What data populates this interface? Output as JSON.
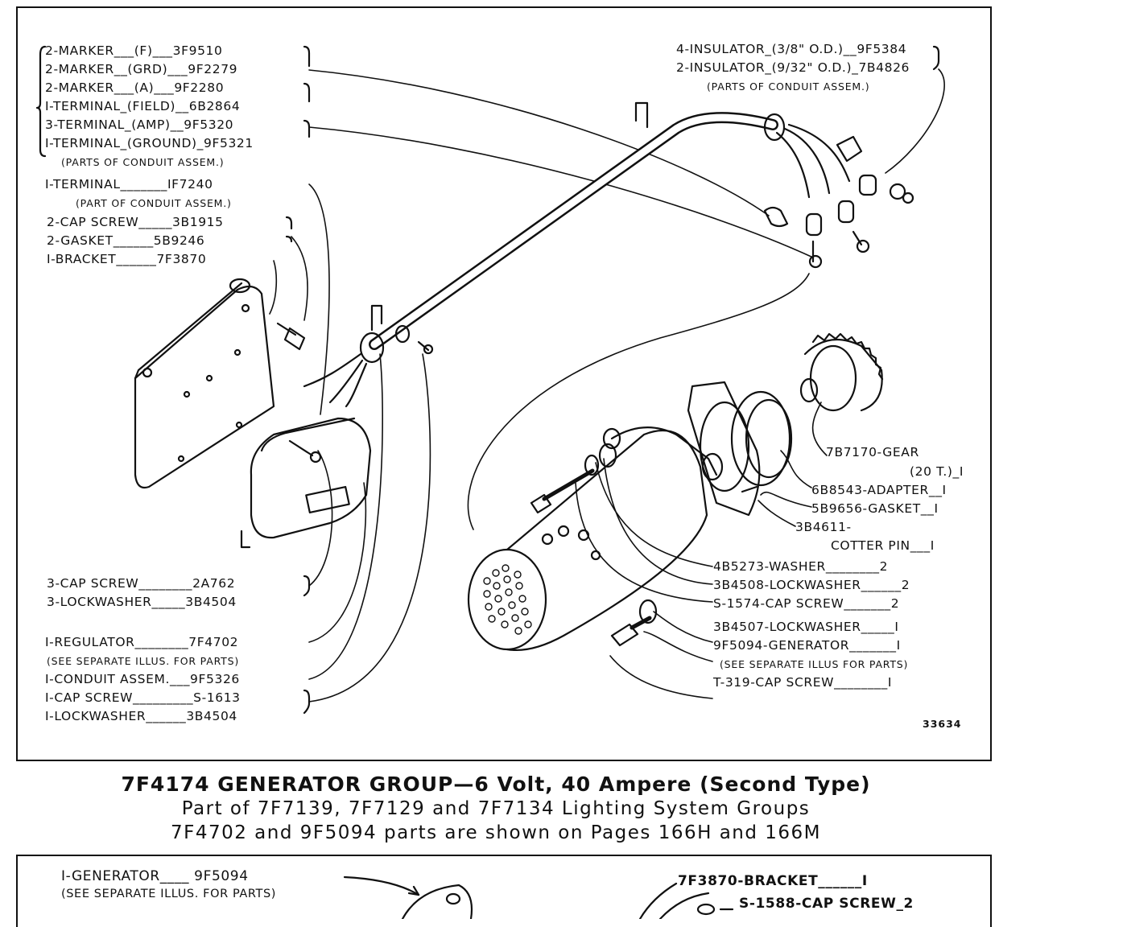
{
  "labels_top_left": [
    "2-MARKER___(F)___3F9510",
    "2-MARKER__(GRD)___9F2279",
    "2-MARKER___(A)___9F2280",
    "I-TERMINAL_(FIELD)__6B2864",
    "3-TERMINAL_(AMP)__9F5320",
    "I-TERMINAL_(GROUND)_9F5321",
    "(PARTS OF CONDUIT ASSEM.)"
  ],
  "labels_terminal": [
    "I-TERMINAL_______IF7240",
    "(PART OF CONDUIT ASSEM.)"
  ],
  "labels_bracket": [
    "2-CAP SCREW_____3B1915",
    "2-GASKET______5B9246",
    "I-BRACKET______7F3870"
  ],
  "labels_top_right": [
    "4-INSULATOR_(3/8\" O.D.)__9F5384",
    "2-INSULATOR_(9/32\" O.D.)_7B4826",
    "(PARTS OF CONDUIT ASSEM.)"
  ],
  "labels_gear": [
    "7B7170-GEAR",
    "(20 T.)_I",
    "6B8543-ADAPTER__I",
    "5B9656-GASKET__I",
    "3B4611-",
    "COTTER PIN___I"
  ],
  "labels_right_bottom": [
    "4B5273-WASHER________2",
    "3B4508-LOCKWASHER______2",
    "S-1574-CAP SCREW_______2",
    "3B4507-LOCKWASHER_____I",
    "9F5094-GENERATOR_______I",
    "(SEE SEPARATE ILLUS FOR PARTS)",
    "T-319-CAP SCREW________I"
  ],
  "labels_left_bottom_a": [
    "3-CAP SCREW________2A762",
    "3-LOCKWASHER_____3B4504"
  ],
  "labels_left_bottom_b": [
    "I-REGULATOR________7F4702",
    "(SEE SEPARATE ILLUS. FOR PARTS)",
    "I-CONDUIT ASSEM.___9F5326",
    "I-CAP SCREW_________S-1613",
    "I-LOCKWASHER______3B4504"
  ],
  "ref_number": "33634",
  "caption": {
    "title": "7F4174 GENERATOR GROUP—6 Volt, 40 Ampere (Second Type)",
    "line2": "Part of 7F7139, 7F7129 and 7F7134 Lighting System Groups",
    "line3": "7F4702 and 9F5094 parts are shown on Pages 166H and 166M"
  },
  "lower_panel": {
    "left": [
      "I-GENERATOR____ 9F5094",
      "(SEE SEPARATE ILLUS. FOR PARTS)"
    ],
    "right": [
      "7F3870-BRACKET______I",
      "S-1588-CAP SCREW_2"
    ]
  }
}
